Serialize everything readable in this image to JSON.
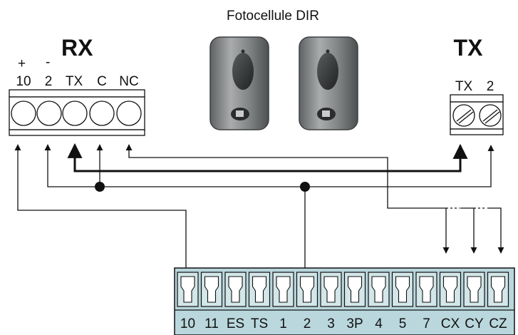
{
  "title": "Fotocellule DIR",
  "rx": {
    "heading": "RX",
    "polarity_plus": "+",
    "polarity_minus": "-",
    "terminals": [
      "10",
      "2",
      "TX",
      "C",
      "NC"
    ]
  },
  "tx": {
    "heading": "TX",
    "terminals": [
      "TX",
      "2"
    ]
  },
  "control_board": {
    "terminals": [
      "10",
      "11",
      "ES",
      "TS",
      "1",
      "2",
      "3",
      "3P",
      "4",
      "5",
      "7",
      "CX",
      "CY",
      "CZ"
    ]
  },
  "colors": {
    "board_fill": "#b9d7dc",
    "terminal_fill": "#d3e6e9",
    "block_fill": "#ffffff",
    "device_body": "#8f9192",
    "wire": "#111111"
  }
}
